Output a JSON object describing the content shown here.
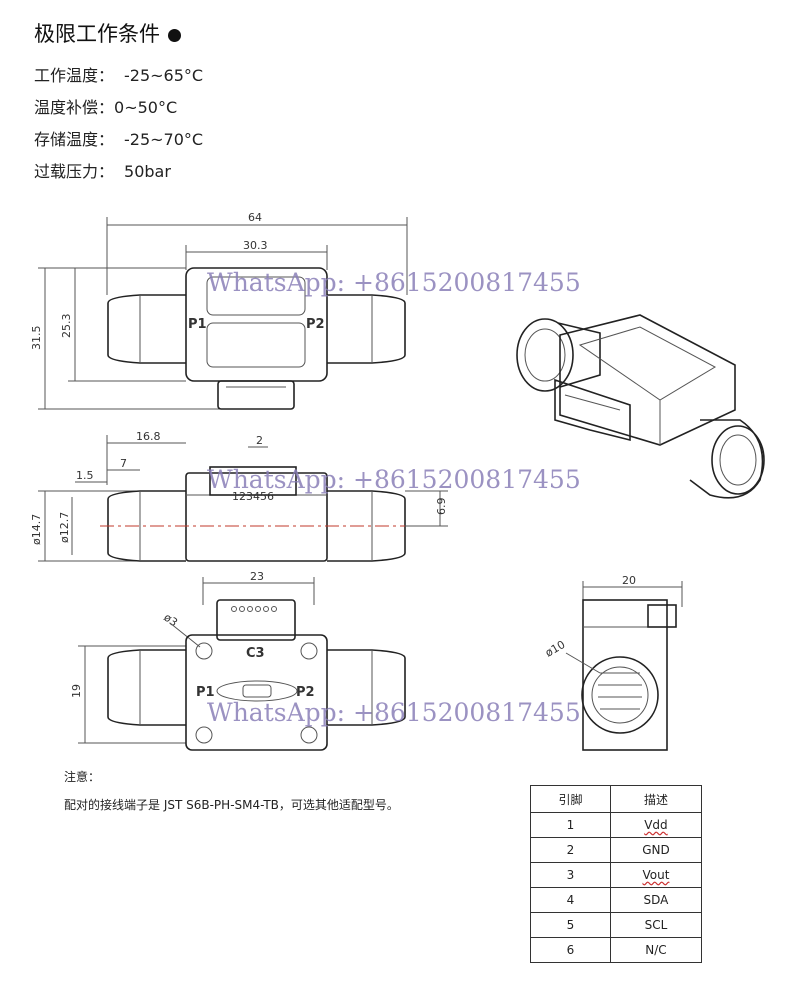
{
  "title": "极限工作条件",
  "specs": [
    {
      "label": "工作温度：",
      "value": "-25~65°C"
    },
    {
      "label": "温度补偿：",
      "value": "0~50°C"
    },
    {
      "label": "存储温度：",
      "value": "-25~70°C"
    },
    {
      "label": "过载压力：",
      "value": "50bar"
    }
  ],
  "watermark": "WhatsApp: +8615200817455",
  "dimensions": {
    "d64": "64",
    "d303": "30.3",
    "d315": "31.5",
    "d253": "25.3",
    "d168": "16.8",
    "d2": "2",
    "d7": "7",
    "d15": "1.5",
    "d147": "ø14.7",
    "d127": "ø12.7",
    "d69": "6.9",
    "d23": "23",
    "d3": "ø3",
    "d19": "19",
    "d20": "20",
    "d10": "ø10"
  },
  "labels": {
    "p1": "P1",
    "p2": "P2",
    "c3": "C3",
    "pins": "123456"
  },
  "note": {
    "title": "注意：",
    "text": "配对的接线端子是 JST S6B-PH-SM4-TB，可选其他适配型号。"
  },
  "pin_table": {
    "headers": [
      "引脚",
      "描述"
    ],
    "rows": [
      {
        "pin": "1",
        "desc": "Vdd"
      },
      {
        "pin": "2",
        "desc": "GND"
      },
      {
        "pin": "3",
        "desc": "Vout"
      },
      {
        "pin": "4",
        "desc": "SDA"
      },
      {
        "pin": "5",
        "desc": "SCL"
      },
      {
        "pin": "6",
        "desc": "N/C"
      }
    ]
  }
}
